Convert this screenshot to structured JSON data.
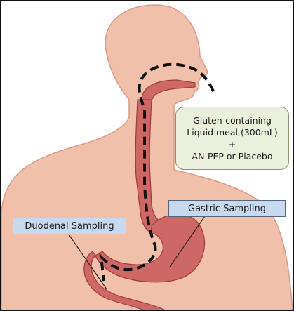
{
  "meal": {
    "line1": "Gluten-containing",
    "line2": "Liquid meal (300mL)",
    "line3": "+",
    "line4": "AN-PEP or Placebo"
  },
  "gastric_label": "Gastric Sampling",
  "duodenal_label": "Duodenal Sampling",
  "colors": {
    "skin": "#f1c0ab",
    "skin_outline": "#d99a86",
    "tract": "#cd6866",
    "tract_outline": "#9d3b3b",
    "meal_box": "#eaf0dc",
    "sampling_box": "#c6d9ee"
  }
}
